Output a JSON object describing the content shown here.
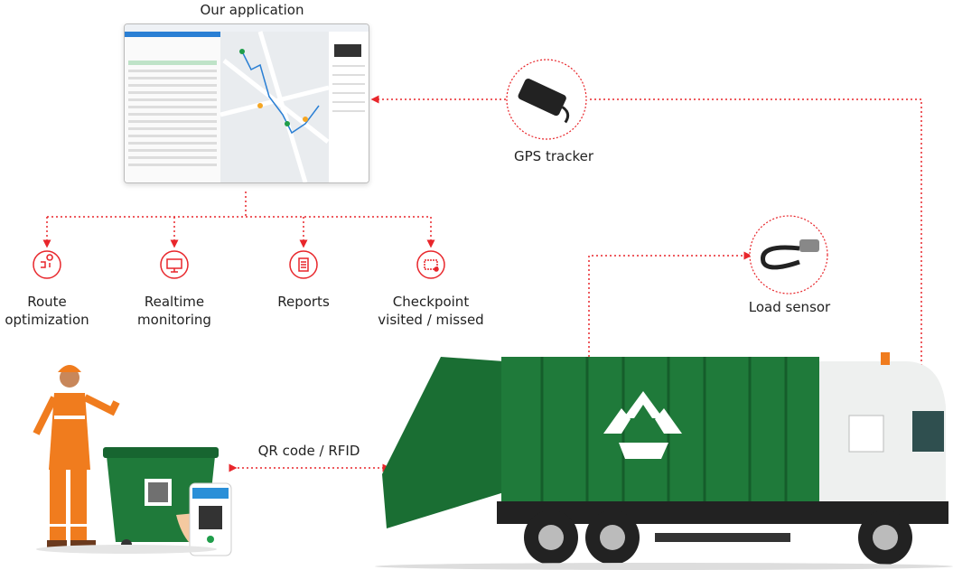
{
  "title": "Our application",
  "features": [
    {
      "label_line1": "Route",
      "label_line2": "optimization",
      "icon": "route-icon"
    },
    {
      "label_line1": "Realtime",
      "label_line2": "monitoring",
      "icon": "monitor-icon"
    },
    {
      "label_line1": "Reports",
      "label_line2": "",
      "icon": "report-icon"
    },
    {
      "label_line1": "Checkpoint",
      "label_line2": "visited / missed",
      "icon": "checkpoint-icon"
    }
  ],
  "devices": {
    "gps": "GPS tracker",
    "load": "Load sensor"
  },
  "link_label": "QR code / RFID",
  "colors": {
    "accent": "#e8262b",
    "truck_green": "#1f7a3a",
    "worker_orange": "#f07c1e"
  }
}
